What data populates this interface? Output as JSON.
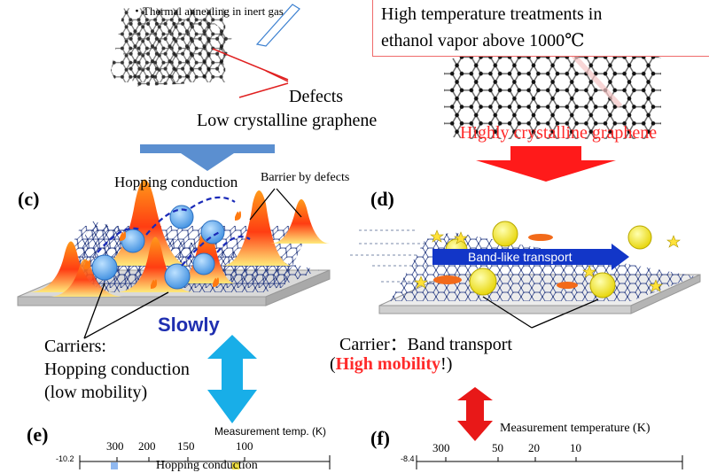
{
  "top_left": {
    "annealing_text": "・Thermal annealing in inert gas",
    "defects_label": "Defects",
    "graphene_label": "Low crystalline graphene"
  },
  "top_right": {
    "treatment_line1": "High temperature treatments in",
    "treatment_line2": "ethanol vapor above 1000℃",
    "graphene_label": "Highly crystalline graphene"
  },
  "panel_c": {
    "letter": "(c)",
    "hopping_title": "Hopping conduction",
    "barrier_label": "Barrier by defects",
    "slowly_label": "Slowly",
    "carriers_line1": "Carriers:",
    "carriers_line2": "Hopping conduction",
    "carriers_line3": "(low mobility)"
  },
  "panel_d": {
    "letter": "(d)",
    "band_arrow_label": "Band-like transport",
    "carrier_line1": "Carrier：Band transport",
    "carrier_paren_open": "(",
    "carrier_high": "High mobility",
    "carrier_paren_close": "!)"
  },
  "panel_e": {
    "letter": "(e)",
    "axis_title": "Measurement temp. (K)",
    "ticks": [
      "300",
      "200",
      "150",
      "100"
    ],
    "y_value": "-10.2",
    "legend_fragment": "Hopping conduction"
  },
  "panel_f": {
    "letter": "(f)",
    "axis_title": "Measurement temperature (K)",
    "ticks": [
      "300",
      "50",
      "20",
      "10"
    ],
    "y_value": "-8.4"
  },
  "colors": {
    "red_text": "#ff2a2a",
    "blue_text": "#1f2fb0",
    "down_arrow_blue": "#5b8fd0",
    "down_arrow_red": "#ff1a1a",
    "cyan_arrow": "#18aee8",
    "band_arrow": "#1236c8"
  }
}
